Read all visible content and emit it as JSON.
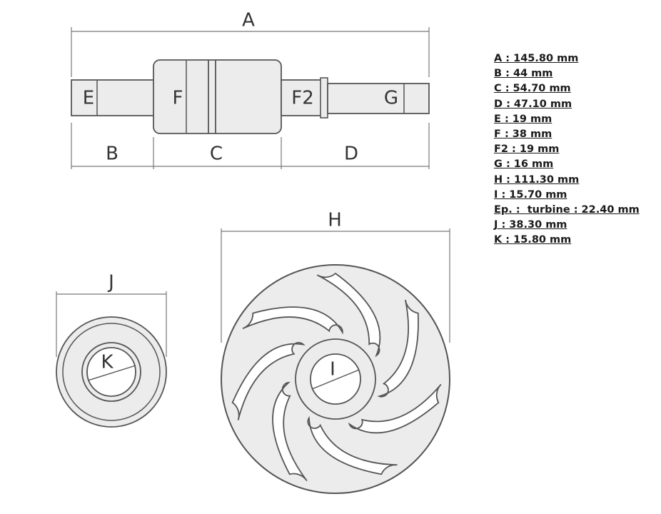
{
  "shaft_labels": {
    "a": "A",
    "b": "B",
    "c": "C",
    "d": "D",
    "e": "E",
    "f": "F",
    "f2": "F2",
    "g": "G"
  },
  "seal_labels": {
    "j": "J",
    "k": "K"
  },
  "impeller_labels": {
    "h": "H",
    "i": "I"
  },
  "specs": [
    "A : 145.80 mm",
    "B : 44 mm",
    "C : 54.70 mm",
    "D : 47.10 mm",
    "E : 19 mm",
    "F : 38 mm",
    "F2 : 19 mm",
    "G : 16 mm",
    "H : 111.30 mm",
    "I : 15.70 mm",
    "Ep. :  turbine : 22.40 mm",
    "J : 38.30 mm",
    "K : 15.80 mm"
  ],
  "colors": {
    "outline": "#555555",
    "fill": "#ececec",
    "text": "#1a1a1a"
  }
}
